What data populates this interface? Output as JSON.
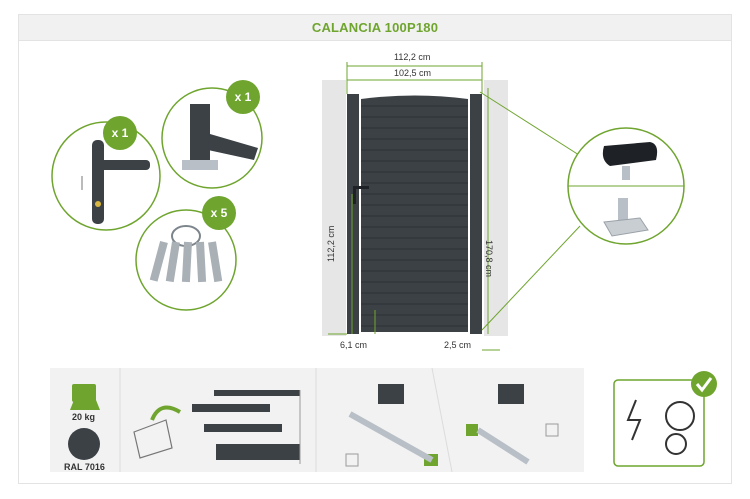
{
  "title": "CALANCIA 100P180",
  "accessories": {
    "handle_qty": "x 1",
    "stop_qty": "x 1",
    "keys_qty": "x 5"
  },
  "dimensions": {
    "outer_width": "112,2 cm",
    "inner_width": "102,5 cm",
    "height": "170,8 cm",
    "handle_height": "112,2 cm",
    "left_gap": "6,1 cm",
    "right_gap": "2,5 cm"
  },
  "specs": {
    "weight": "20 kg",
    "color": "RAL 7016"
  },
  "colors": {
    "accent": "#6fa52f",
    "gate": "#3c4146",
    "wall": "#e6e6e6",
    "panel": "#f2f2f2"
  }
}
